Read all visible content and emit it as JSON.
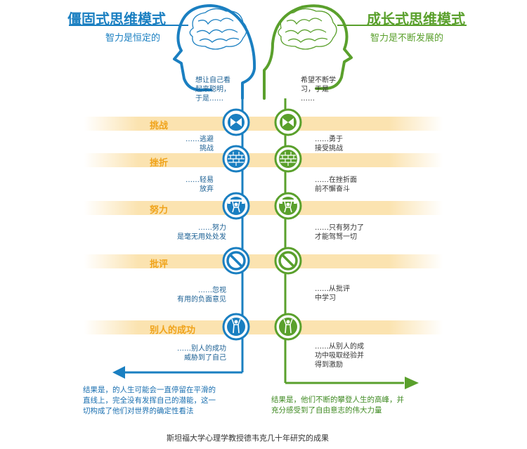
{
  "colors": {
    "fixed": "#1a7fc1",
    "growth": "#5aa02c",
    "band": "#fbe3b0",
    "label": "#f0a31a"
  },
  "fixed": {
    "title": "僵固式思维模式",
    "subtitle": "智力是恒定的",
    "intro": "想让自己看\n起来聪明，\n于是……",
    "responses": [
      "……逃避\n挑战",
      "……轻易\n放弃",
      "……努力\n是毫无用处处发",
      "……忽视\n有用的负面意见",
      "……别人的成功\n威胁到了自己"
    ],
    "result": "结果是，的人生可能会一直停留在平滑的\n直线上，完全没有发挥自己的潜能，这一\n切构成了他们对世界的确定性看法"
  },
  "growth": {
    "title": "成长式思维模式",
    "subtitle": "智力是不断发展的",
    "intro": "希望不断学\n习，于是\n……",
    "responses": [
      "……勇于\n接受挑战",
      "……在挫折面\n前不懈奋斗",
      "……只有努力了\n才能驾驽一切",
      "……从批评\n中学习",
      "……从别人的成\n功中吸取经验并\n得到激励"
    ],
    "result": "结果是，他们不断的攀登人生的高峰，并\n充分感受到了自由意志的伟大力量"
  },
  "stages": [
    {
      "label": "挑战",
      "icon": "arrows-icon"
    },
    {
      "label": "挫折",
      "icon": "brick-wall-icon"
    },
    {
      "label": "努力",
      "icon": "weightlifter-icon"
    },
    {
      "label": "批评",
      "icon": "no-sign-icon"
    },
    {
      "label": "别人的成功",
      "icon": "winner-icon"
    }
  ],
  "caption": "斯坦福大学心理学教授德韦克几十年研究的成果"
}
